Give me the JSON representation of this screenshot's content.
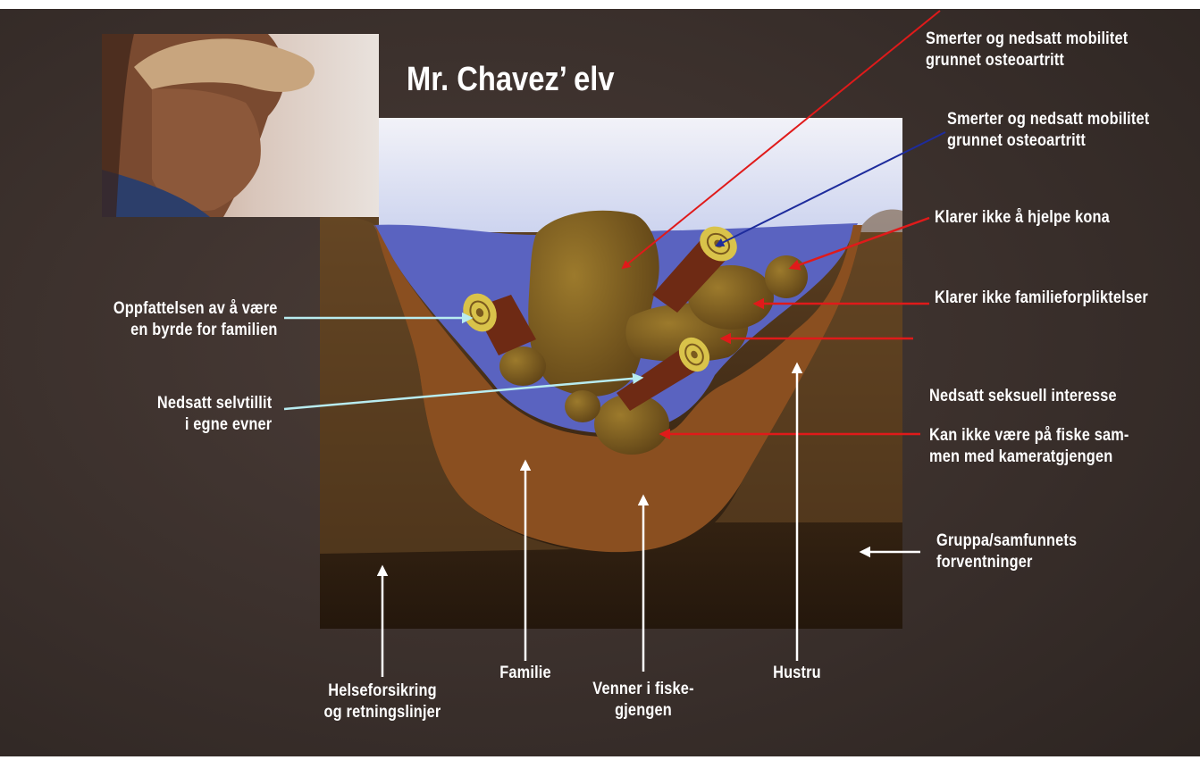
{
  "title": "Mr. Chavez’ elv",
  "labels": {
    "pain_red": [
      "Smerter og nedsatt mobilitet",
      "grunnet osteoartritt"
    ],
    "pain_blue": [
      "Smerter og nedsatt mobilitet",
      "grunnet osteoartritt"
    ],
    "help_wife": "Klarer ikke å hjelpe kona",
    "family_duties": "Klarer ikke familieforpliktelser",
    "sexual_interest": "Nedsatt seksuell interesse",
    "fishing": [
      "Kan ikke være på fiske sam-",
      "men med kameratgjengen"
    ],
    "group_expectations": [
      "Gruppa/samfunnets",
      "forventninger"
    ],
    "burden": [
      "Oppfattelsen av å være",
      "en byrde for familien"
    ],
    "self_confidence": [
      "Nedsatt selvtillit",
      "i egne evner"
    ],
    "insurance": [
      "Helseforsikring",
      "og retningslinjer"
    ],
    "family": "Familie",
    "fishing_friends": [
      "Venner i fiske-",
      "gjengen"
    ],
    "wife": "Hustru"
  },
  "colors": {
    "background": "#3a302c",
    "sky": "#dfe3f3",
    "water": "#5a63c0",
    "riverbed": "#8a4f20",
    "bank": "#6b4a26",
    "ground_dark": "#2b1c10",
    "rock": "#7a5a1e",
    "log": "#6e2a14",
    "arrow_red": "#d81e1e",
    "arrow_blue": "#2030a0",
    "arrow_light": "#a8e0e8",
    "arrow_white": "#ffffff"
  },
  "icons": {
    "photo": "elderly-man-photo"
  }
}
